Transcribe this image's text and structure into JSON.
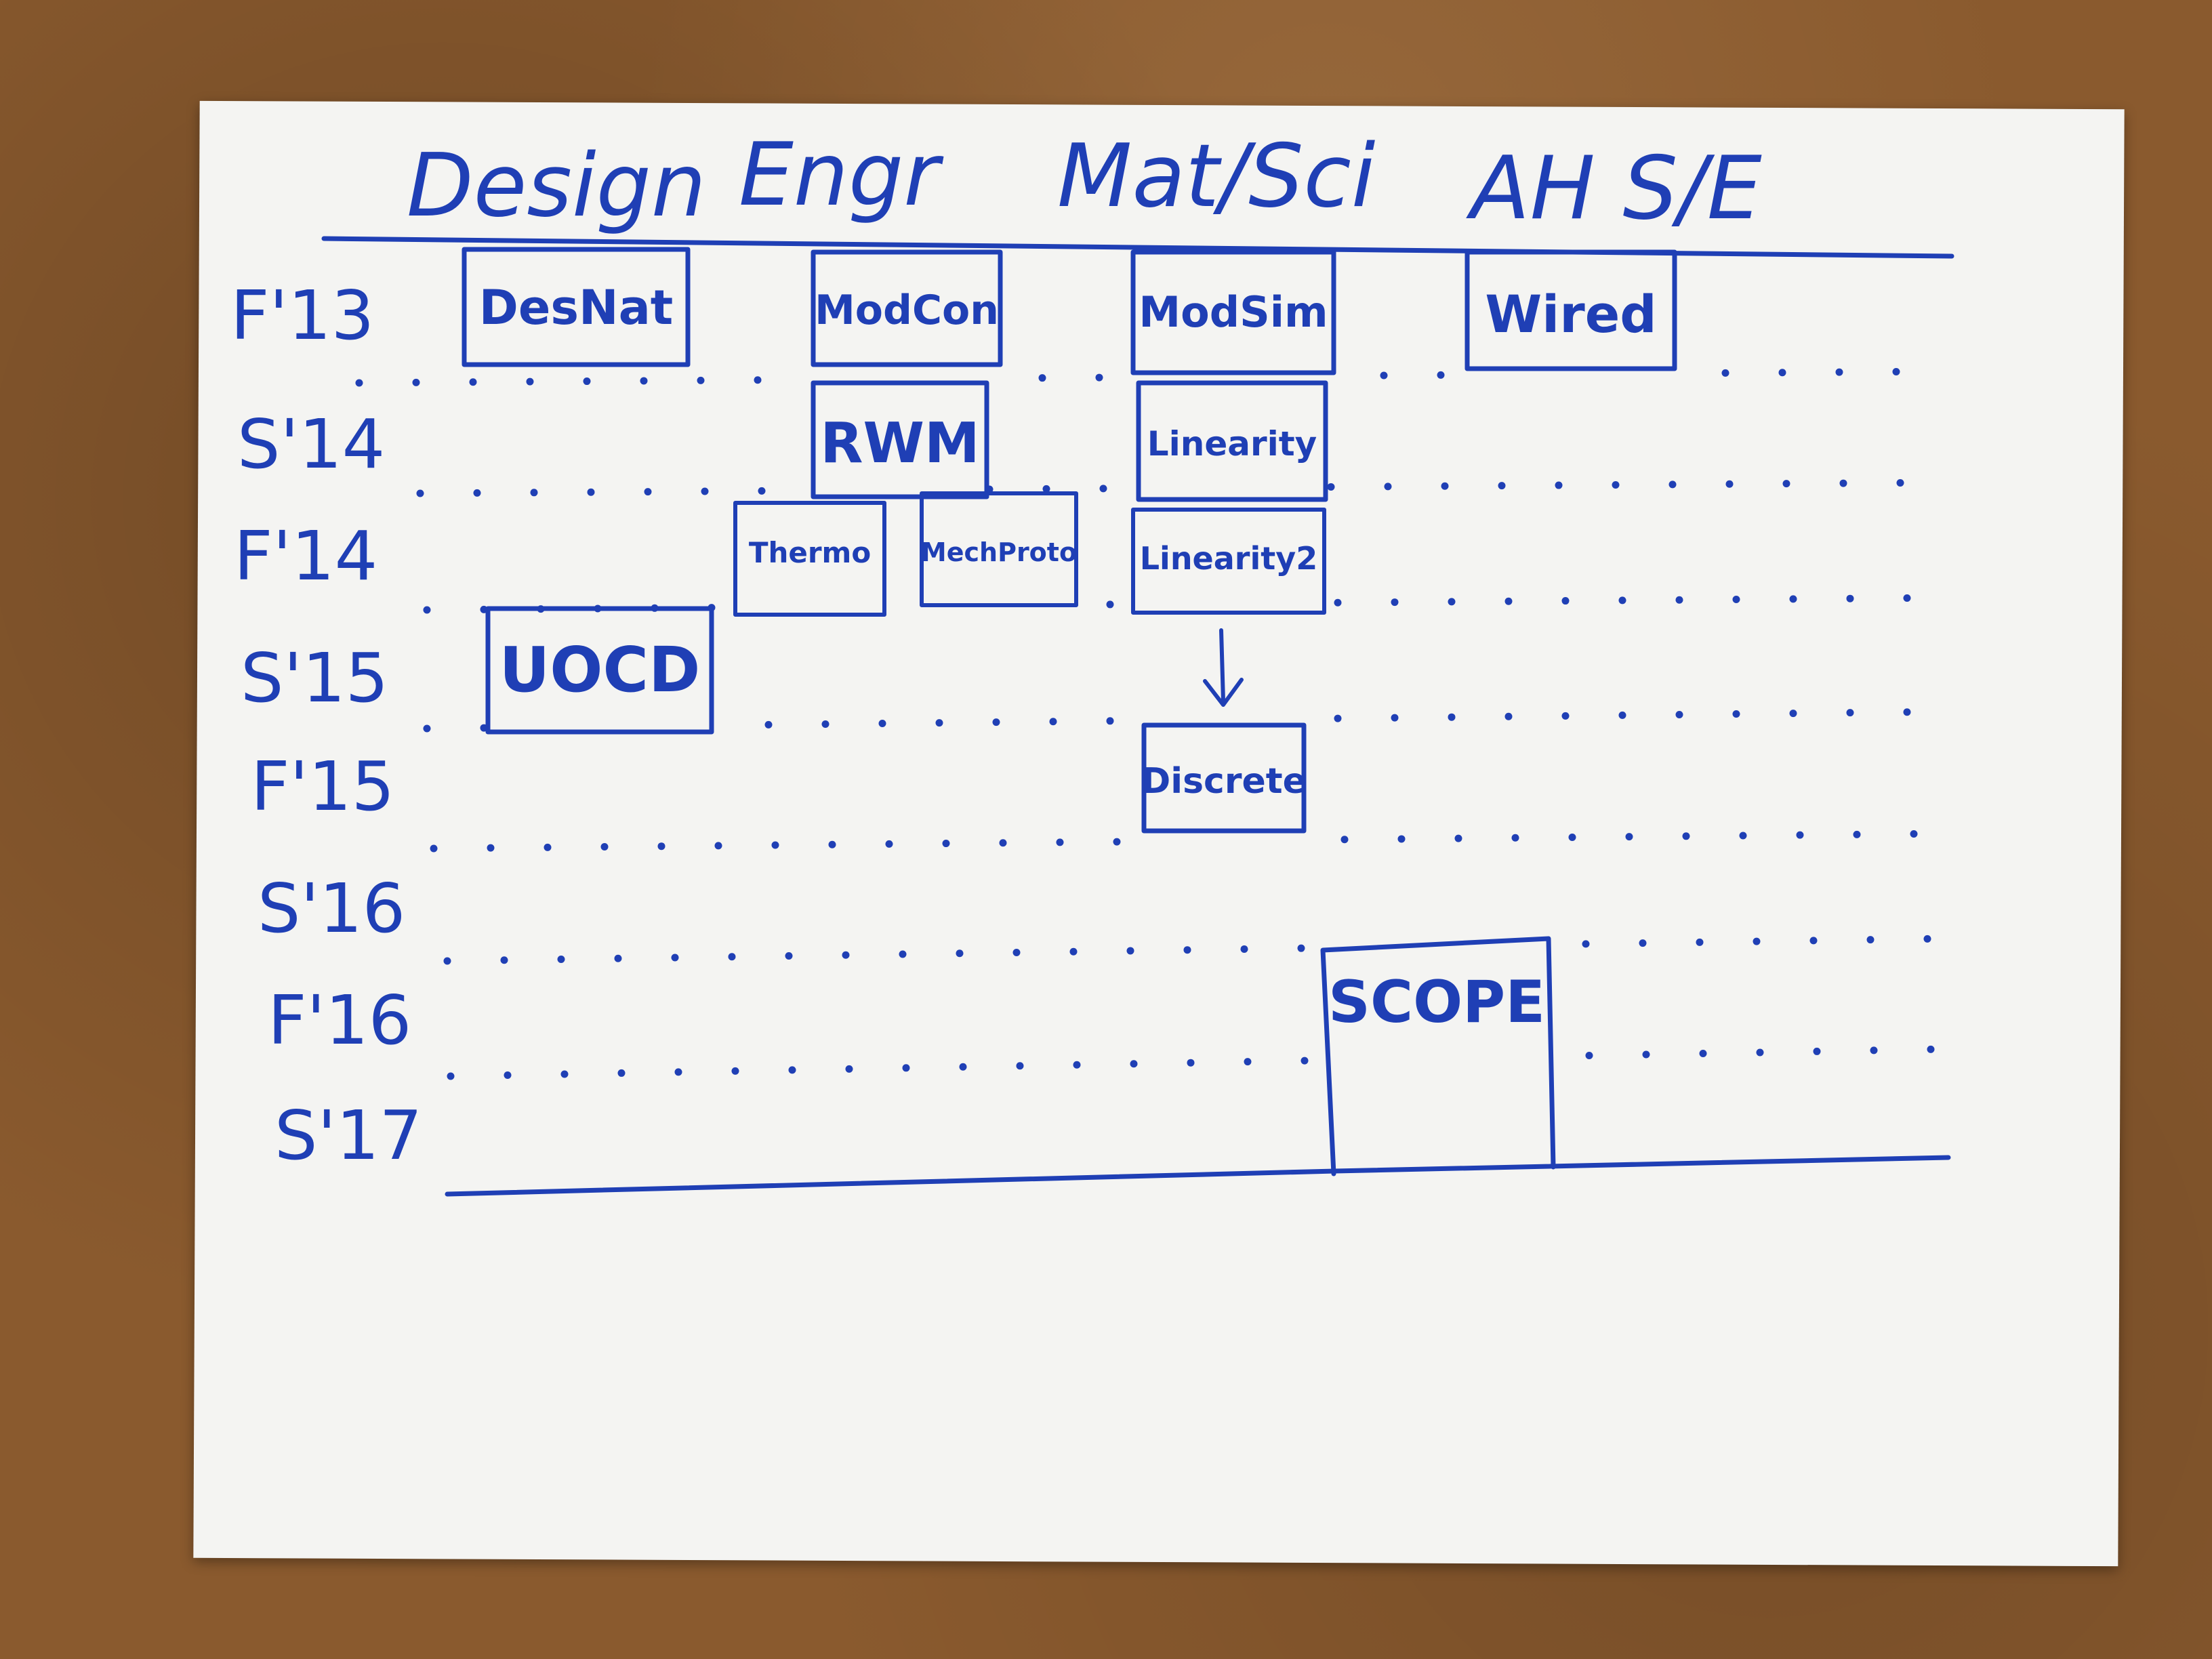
{
  "palette": {
    "ink": "#1f3fb5",
    "paper": "#f4f4f2",
    "board": "#8a5a2e"
  },
  "columns": [
    "Design",
    "Engr",
    "Mat/Sci",
    "AH S/E"
  ],
  "rows": [
    "F'13",
    "S'14",
    "F'14",
    "S'15",
    "F'15",
    "S'16",
    "F'16",
    "S'17"
  ],
  "courses": {
    "desnat": "DesNat",
    "modcon": "ModCon",
    "modsim": "ModSim",
    "wired": "Wired",
    "rwm": "RWM",
    "linearity1": "Linearity",
    "thermo": "Thermo",
    "mechproto": "MechProto",
    "linearity2": "Linearity2",
    "uocd": "UOCD",
    "discrete": "Discrete",
    "scope": "SCOPE"
  }
}
